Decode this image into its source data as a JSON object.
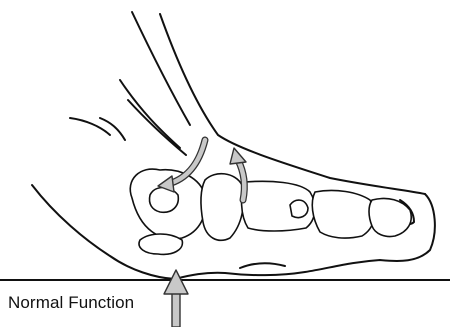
{
  "caption": "Normal Function",
  "colors": {
    "outline": "#111111",
    "background": "#ffffff",
    "arrow_fill": "#c8c8c8",
    "arrow_stroke": "#333333"
  },
  "icons": [
    "foot-outline",
    "foot-bones",
    "curved-arrow",
    "ground-reaction-arrow"
  ]
}
